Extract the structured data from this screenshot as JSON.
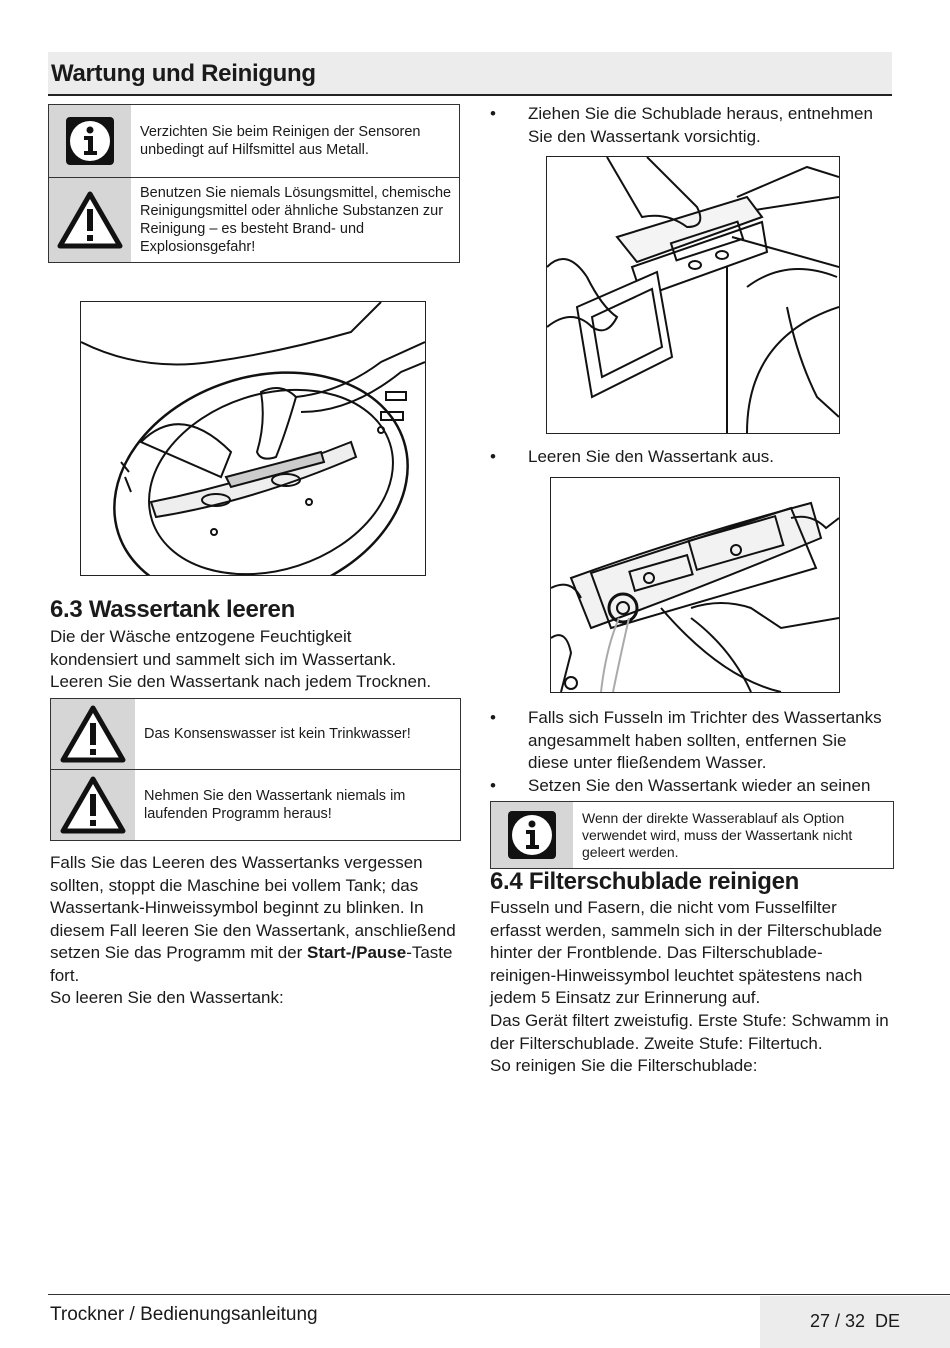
{
  "header": {
    "title": "Wartung und Reinigung"
  },
  "notice_top": {
    "info_text": "Verzichten Sie beim Reinigen der Sensoren unbedingt auf Hilfsmittel aus Metall.",
    "warn_text": "Benutzen Sie niemals Lösungsmittel, chemische Reinigungsmittel oder ähnliche Substanzen zur Reinigung – es besteht Brand- und Explosionsgefahr!"
  },
  "section_63": {
    "heading": "6.3 Wassertank leeren",
    "intro": "Die der Wäsche entzogene Feuchtigkeit kondensiert und sammelt sich im Wassertank. Leeren Sie den Wassertank nach jedem Trocknen.",
    "warn1": "Das Konsenswasser ist kein Trinkwasser!",
    "warn2": "Nehmen Sie den Wassertank niemals im laufenden Programm heraus!",
    "body_part1": "Falls Sie das Leeren des Wassertanks vergessen sollten, stoppt die Maschine bei vollem Tank; das Wassertank-Hinweissymbol beginnt zu blinken. In diesem Fall leeren Sie den Wassertank, anschließend setzen Sie das Programm mit der ",
    "body_bold": "Start-/Pause",
    "body_part2": "-Taste fort.",
    "body_line2": "So leeren Sie den Wassertank:"
  },
  "right_col": {
    "bullet_char": "•",
    "bullet1": "Ziehen Sie die Schublade heraus, entnehmen Sie den Wassertank vorsichtig.",
    "bullet2": "Leeren Sie den Wassertank aus.",
    "bullet3": "Falls sich Fusseln im Trichter des Wassertanks angesammelt haben sollten, entfernen Sie diese unter fließendem Wasser.",
    "bullet4": "Setzen Sie den Wassertank wieder an seinen Platz.",
    "info_text": "Wenn der direkte Wasserablauf als Option verwendet wird, muss der Wassertank nicht geleert werden."
  },
  "section_64": {
    "heading": "6.4 Filterschublade reinigen",
    "para1": "Fusseln und Fasern, die nicht vom Fusselfilter erfasst werden, sammeln sich in der Filterschublade hinter der Frontblende. Das Filterschublade-reinigen-Hinweissymbol leuchtet spätestens nach jedem 5 Einsatz zur Erinnerung auf.",
    "para2": "Das Gerät filtert zweistufig. Erste Stufe: Schwamm in der Filterschublade. Zweite Stufe: Filtertuch.",
    "para3": "So reinigen Sie die Filterschublade:"
  },
  "footer": {
    "left": "Trockner / Bedienungsanleitung",
    "right": "27 / 32  DE"
  },
  "colors": {
    "icon_bg": "#d6d6d6",
    "header_bg": "#ececec"
  },
  "icons": [
    "info-icon",
    "warning-icon"
  ]
}
